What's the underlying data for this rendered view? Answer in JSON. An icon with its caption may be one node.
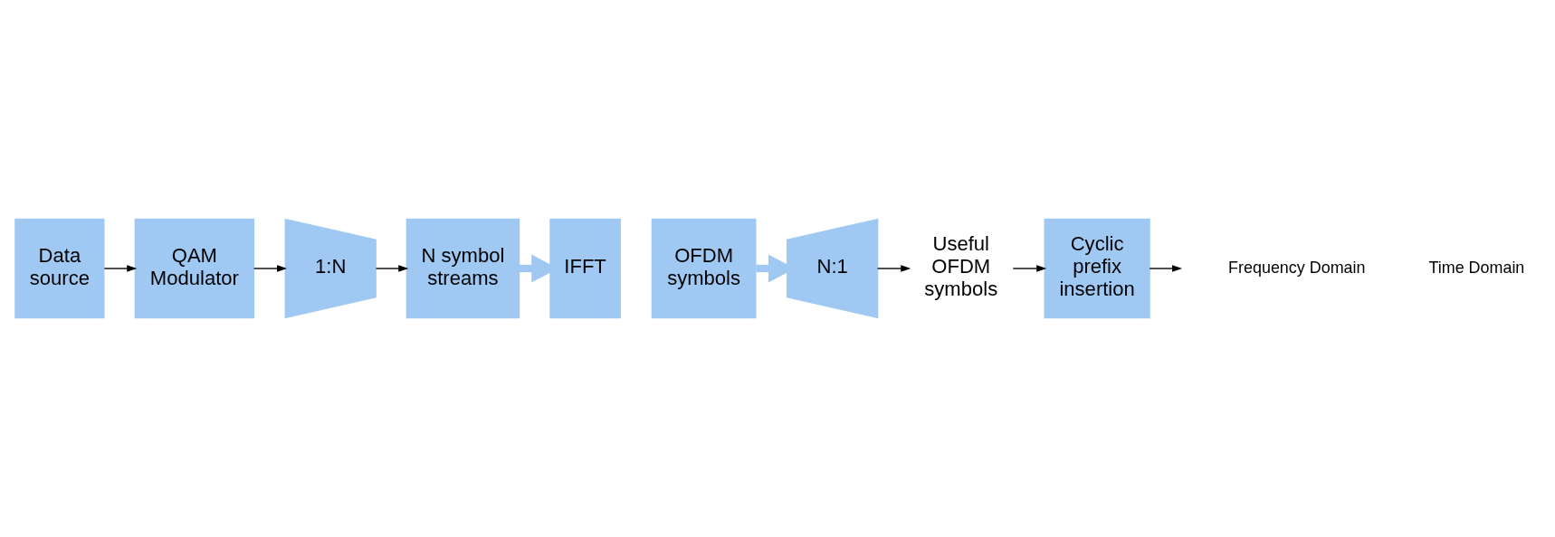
{
  "diagram": {
    "nodes": [
      {
        "text": [
          "Data source"
        ]
      },
      {
        "text": [
          "QAM Modulator"
        ]
      },
      {
        "text": [
          "1:N"
        ]
      },
      {
        "text": [
          "N symbol streams"
        ]
      },
      {
        "text": [
          "IFFT"
        ]
      },
      {
        "text": [
          "OFDM symbols"
        ]
      },
      {
        "text": [
          "N:1"
        ]
      },
      {
        "text": [
          "Useful OFDM symbols"
        ]
      },
      {
        "text": [
          "Cyclic prefix insertion"
        ]
      }
    ],
    "edges": [
      {
        "from": 0,
        "to": 1,
        "arrow": "to"
      },
      {
        "from": 1,
        "to": 2,
        "arrow": "to"
      },
      {
        "from": 2,
        "to": 3,
        "arrow": "to"
      },
      {
        "from": 3,
        "to": 4,
        "arrow": "to",
        "style": "thick",
        "color": "#9fc9f3"
      },
      {
        "from": 5,
        "to": 6,
        "arrow": "to",
        "style": "thick",
        "color": "#9fc9f3"
      },
      {
        "from": 6,
        "to": 7,
        "arrow": "to"
      },
      {
        "from": 7,
        "to": 8,
        "arrow": "to"
      },
      {
        "from": 8,
        "to": null,
        "arrow": "to"
      }
    ],
    "labels": [
      "Frequency Domain",
      "Time Domain"
    ]
  }
}
